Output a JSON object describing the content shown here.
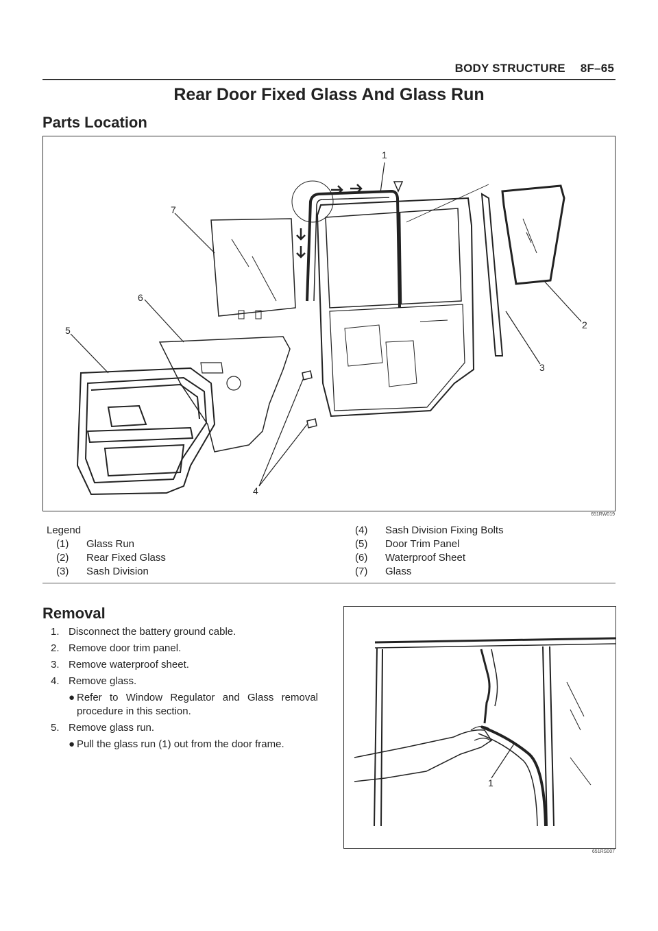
{
  "header": {
    "section": "BODY STRUCTURE",
    "page": "8F–65"
  },
  "title": "Rear Door Fixed Glass And Glass Run",
  "subtitle": "Parts Location",
  "figure1": {
    "code": "651RW019",
    "callouts": [
      "1",
      "2",
      "3",
      "4",
      "5",
      "6",
      "7"
    ]
  },
  "legend": {
    "heading": "Legend",
    "items": [
      {
        "num": "(1)",
        "label": "Glass Run"
      },
      {
        "num": "(2)",
        "label": "Rear Fixed Glass"
      },
      {
        "num": "(3)",
        "label": "Sash Division"
      },
      {
        "num": "(4)",
        "label": "Sash Division Fixing Bolts"
      },
      {
        "num": "(5)",
        "label": "Door Trim Panel"
      },
      {
        "num": "(6)",
        "label": "Waterproof Sheet"
      },
      {
        "num": "(7)",
        "label": "Glass"
      }
    ]
  },
  "removal": {
    "heading": "Removal",
    "steps": [
      {
        "num": "1.",
        "text": "Disconnect the battery ground cable."
      },
      {
        "num": "2.",
        "text": "Remove door trim panel."
      },
      {
        "num": "3.",
        "text": "Remove waterproof sheet."
      },
      {
        "num": "4.",
        "text": "Remove glass.",
        "bullet": "Refer to Window Regulator and Glass removal procedure in this section."
      },
      {
        "num": "5.",
        "text": "Remove glass run.",
        "bullet": "Pull the glass run (1) out from the door frame."
      }
    ],
    "bullet_glyph": "●"
  },
  "figure2": {
    "code": "651RS007",
    "callout": "1"
  }
}
